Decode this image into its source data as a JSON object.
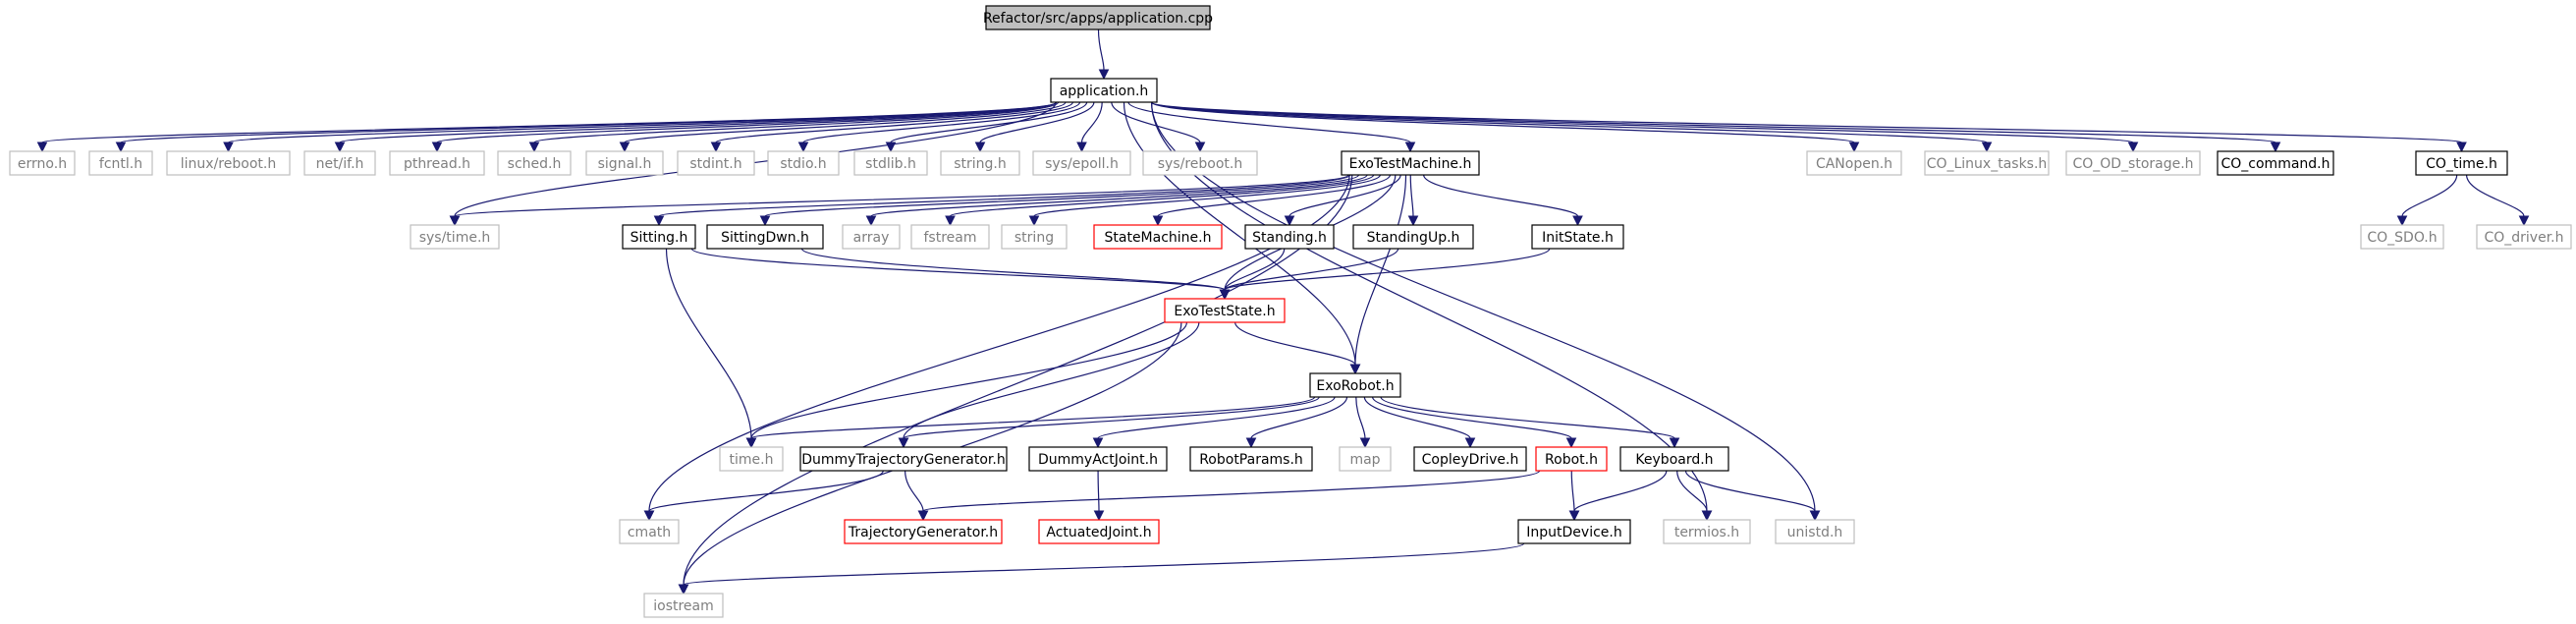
{
  "colors": {
    "edge": "#191970",
    "border_documented": "#000000",
    "border_undocumented": "#bfbfbf",
    "border_truncated": "#ff0000",
    "root_fill": "#bfbfbf",
    "text_documented": "#000000",
    "text_undocumented": "#7f7f7f"
  },
  "nodes": [
    {
      "id": "app_cpp",
      "label": "Refactor/src/apps/application.cpp",
      "kind": "root"
    },
    {
      "id": "app_h",
      "label": "application.h",
      "kind": "documented"
    },
    {
      "id": "errno",
      "label": "errno.h",
      "kind": "undocumented"
    },
    {
      "id": "fcntl",
      "label": "fcntl.h",
      "kind": "undocumented"
    },
    {
      "id": "reboot",
      "label": "linux/reboot.h",
      "kind": "undocumented"
    },
    {
      "id": "netif",
      "label": "net/if.h",
      "kind": "undocumented"
    },
    {
      "id": "pthread",
      "label": "pthread.h",
      "kind": "undocumented"
    },
    {
      "id": "sched",
      "label": "sched.h",
      "kind": "undocumented"
    },
    {
      "id": "signal",
      "label": "signal.h",
      "kind": "undocumented"
    },
    {
      "id": "stdint",
      "label": "stdint.h",
      "kind": "undocumented"
    },
    {
      "id": "stdio",
      "label": "stdio.h",
      "kind": "undocumented"
    },
    {
      "id": "stdlib",
      "label": "stdlib.h",
      "kind": "undocumented"
    },
    {
      "id": "string_h",
      "label": "string.h",
      "kind": "undocumented"
    },
    {
      "id": "epoll",
      "label": "sys/epoll.h",
      "kind": "undocumented"
    },
    {
      "id": "sysreboot",
      "label": "sys/reboot.h",
      "kind": "undocumented"
    },
    {
      "id": "exotest",
      "label": "ExoTestMachine.h",
      "kind": "documented"
    },
    {
      "id": "canopen",
      "label": "CANopen.h",
      "kind": "undocumented"
    },
    {
      "id": "linux_tasks",
      "label": "CO_Linux_tasks.h",
      "kind": "undocumented"
    },
    {
      "id": "od_storage",
      "label": "CO_OD_storage.h",
      "kind": "undocumented"
    },
    {
      "id": "co_command",
      "label": "CO_command.h",
      "kind": "documented"
    },
    {
      "id": "co_time",
      "label": "CO_time.h",
      "kind": "documented"
    },
    {
      "id": "co_sdo",
      "label": "CO_SDO.h",
      "kind": "undocumented"
    },
    {
      "id": "co_driver",
      "label": "CO_driver.h",
      "kind": "undocumented"
    },
    {
      "id": "systime",
      "label": "sys/time.h",
      "kind": "undocumented"
    },
    {
      "id": "sitting",
      "label": "Sitting.h",
      "kind": "documented"
    },
    {
      "id": "sittingdwn",
      "label": "SittingDwn.h",
      "kind": "documented"
    },
    {
      "id": "array",
      "label": "array",
      "kind": "undocumented"
    },
    {
      "id": "fstream",
      "label": "fstream",
      "kind": "undocumented"
    },
    {
      "id": "string",
      "label": "string",
      "kind": "undocumented"
    },
    {
      "id": "statemachine",
      "label": "StateMachine.h",
      "kind": "truncated"
    },
    {
      "id": "standing",
      "label": "Standing.h",
      "kind": "documented"
    },
    {
      "id": "standingup",
      "label": "StandingUp.h",
      "kind": "documented"
    },
    {
      "id": "initstate",
      "label": "InitState.h",
      "kind": "documented"
    },
    {
      "id": "exoteststate",
      "label": "ExoTestState.h",
      "kind": "truncated"
    },
    {
      "id": "exorobot",
      "label": "ExoRobot.h",
      "kind": "documented"
    },
    {
      "id": "time",
      "label": "time.h",
      "kind": "undocumented"
    },
    {
      "id": "dummytraj",
      "label": "DummyTrajectoryGenerator.h",
      "kind": "documented"
    },
    {
      "id": "dummyact",
      "label": "DummyActJoint.h",
      "kind": "documented"
    },
    {
      "id": "robotparams",
      "label": "RobotParams.h",
      "kind": "documented"
    },
    {
      "id": "map",
      "label": "map",
      "kind": "undocumented"
    },
    {
      "id": "copley",
      "label": "CopleyDrive.h",
      "kind": "documented"
    },
    {
      "id": "robot",
      "label": "Robot.h",
      "kind": "truncated"
    },
    {
      "id": "keyboard",
      "label": "Keyboard.h",
      "kind": "documented"
    },
    {
      "id": "cmath",
      "label": "cmath",
      "kind": "undocumented"
    },
    {
      "id": "trajgen",
      "label": "TrajectoryGenerator.h",
      "kind": "truncated"
    },
    {
      "id": "actjoint",
      "label": "ActuatedJoint.h",
      "kind": "truncated"
    },
    {
      "id": "inputdevice",
      "label": "InputDevice.h",
      "kind": "documented"
    },
    {
      "id": "termios",
      "label": "termios.h",
      "kind": "undocumented"
    },
    {
      "id": "unistd",
      "label": "unistd.h",
      "kind": "undocumented"
    },
    {
      "id": "iostream",
      "label": "iostream",
      "kind": "undocumented"
    }
  ],
  "edges": [
    [
      "app_cpp",
      "app_h"
    ],
    [
      "app_h",
      "errno"
    ],
    [
      "app_h",
      "fcntl"
    ],
    [
      "app_h",
      "reboot"
    ],
    [
      "app_h",
      "netif"
    ],
    [
      "app_h",
      "pthread"
    ],
    [
      "app_h",
      "sched"
    ],
    [
      "app_h",
      "signal"
    ],
    [
      "app_h",
      "stdint"
    ],
    [
      "app_h",
      "stdio"
    ],
    [
      "app_h",
      "stdlib"
    ],
    [
      "app_h",
      "string_h"
    ],
    [
      "app_h",
      "epoll"
    ],
    [
      "app_h",
      "sysreboot"
    ],
    [
      "app_h",
      "exotest"
    ],
    [
      "app_h",
      "canopen"
    ],
    [
      "app_h",
      "linux_tasks"
    ],
    [
      "app_h",
      "od_storage"
    ],
    [
      "app_h",
      "co_command"
    ],
    [
      "app_h",
      "co_time"
    ],
    [
      "app_h",
      "systime"
    ],
    [
      "app_h",
      "exorobot"
    ],
    [
      "app_h",
      "termios"
    ],
    [
      "app_h",
      "unistd"
    ],
    [
      "co_time",
      "co_sdo"
    ],
    [
      "co_time",
      "co_driver"
    ],
    [
      "exotest",
      "systime"
    ],
    [
      "exotest",
      "sitting"
    ],
    [
      "exotest",
      "sittingdwn"
    ],
    [
      "exotest",
      "array"
    ],
    [
      "exotest",
      "fstream"
    ],
    [
      "exotest",
      "string"
    ],
    [
      "exotest",
      "statemachine"
    ],
    [
      "exotest",
      "standing"
    ],
    [
      "exotest",
      "standingup"
    ],
    [
      "exotest",
      "initstate"
    ],
    [
      "exotest",
      "exoteststate"
    ],
    [
      "exotest",
      "exorobot"
    ],
    [
      "exotest",
      "cmath"
    ],
    [
      "exotest",
      "iostream"
    ],
    [
      "sitting",
      "exoteststate"
    ],
    [
      "sitting",
      "time"
    ],
    [
      "sittingdwn",
      "exoteststate"
    ],
    [
      "standing",
      "exoteststate"
    ],
    [
      "standingup",
      "exoteststate"
    ],
    [
      "initstate",
      "exoteststate"
    ],
    [
      "exoteststate",
      "exorobot"
    ],
    [
      "exoteststate",
      "time"
    ],
    [
      "exoteststate",
      "dummytraj"
    ],
    [
      "exoteststate",
      "iostream"
    ],
    [
      "exorobot",
      "time"
    ],
    [
      "exorobot",
      "dummytraj"
    ],
    [
      "exorobot",
      "dummyact"
    ],
    [
      "exorobot",
      "robotparams"
    ],
    [
      "exorobot",
      "map"
    ],
    [
      "exorobot",
      "copley"
    ],
    [
      "exorobot",
      "robot"
    ],
    [
      "exorobot",
      "keyboard"
    ],
    [
      "dummytraj",
      "trajgen"
    ],
    [
      "dummytraj",
      "cmath"
    ],
    [
      "dummyact",
      "actjoint"
    ],
    [
      "robot",
      "trajgen"
    ],
    [
      "robot",
      "inputdevice"
    ],
    [
      "keyboard",
      "inputdevice"
    ],
    [
      "keyboard",
      "termios"
    ],
    [
      "keyboard",
      "unistd"
    ],
    [
      "inputdevice",
      "iostream"
    ]
  ]
}
